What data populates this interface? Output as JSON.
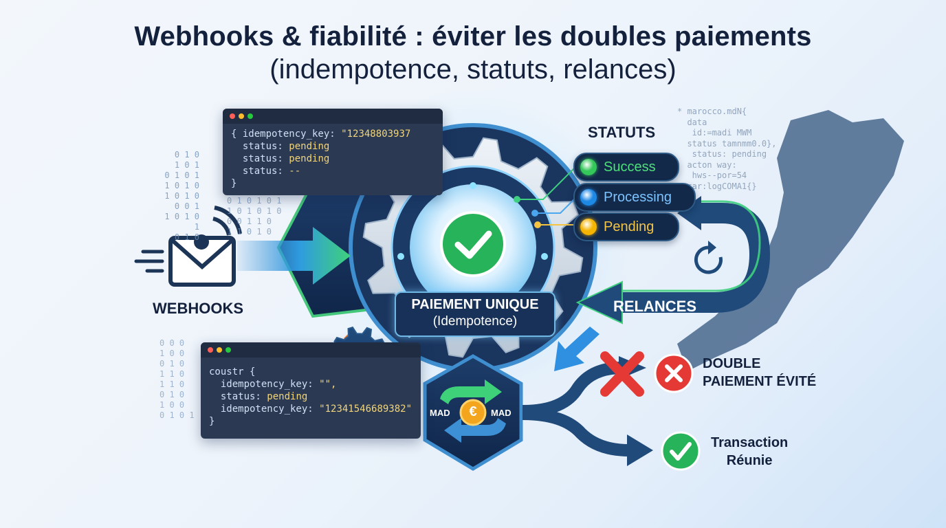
{
  "title": {
    "line1": "Webhooks & fiabilité : éviter les doubles paiements",
    "line2": "(indempotence, statuts, relances)"
  },
  "webhooks_label": "WEBHOOKS",
  "code_top": {
    "lines": [
      {
        "k": "{ idempotency_key: ",
        "v": "\"12348803937"
      },
      {
        "k": "  status: ",
        "v": "pending"
      },
      {
        "k": "  status: ",
        "v": "pending"
      },
      {
        "k": "  status: ",
        "v": "--"
      },
      {
        "k": "}",
        "v": ""
      }
    ]
  },
  "code_bottom": {
    "lines": [
      {
        "k": "coustr {",
        "v": ""
      },
      {
        "k": "  idempotency_key: ",
        "v": "\"\","
      },
      {
        "k": "  status: ",
        "v": "pending"
      },
      {
        "k": "  idempotency_key: ",
        "v": "\"12341546689382\""
      },
      {
        "k": "}",
        "v": ""
      }
    ]
  },
  "binary_left": [
    "0 1 0",
    "1 0 1",
    "0 1 0 1",
    "1 0 1 0",
    "1 0 1 0",
    "0 0 1",
    "1 0 1 0 1",
    "0 1 0"
  ],
  "binary_right": [
    "0 1 0 1 0 1",
    "1 0 1 0 1 0",
    "0 0 1 1 0",
    "1 1 0 1 0"
  ],
  "binary_low": [
    "0 0 0",
    "1 0 0",
    "0 1 0",
    "1 1 0",
    "1 1 0",
    "0 1 0",
    "1 0 0",
    "0 1 0 1"
  ],
  "ghost_code": [
    "* marocco.mdN{",
    "  data",
    "   id:=madi MWM",
    "  status tamnmm0.0},",
    "   status: pending",
    "  acton way:",
    "   hws--por=54",
    " scar:logCOMA1{}"
  ],
  "statuts": {
    "heading": "STATUTS",
    "items": [
      {
        "label": "Success",
        "color": "#34c759",
        "text_color": "#4ee07a"
      },
      {
        "label": "Processing",
        "color": "#1e88e5",
        "text_color": "#7cc3ff"
      },
      {
        "label": "Pending",
        "color": "#f4b400",
        "text_color": "#f5c542"
      }
    ]
  },
  "center": {
    "line1": "PAIEMENT UNIQUE",
    "line2": "(Idempotence)"
  },
  "relances_label": "RELANCES",
  "currency": {
    "left": "MAD",
    "right": "MAD",
    "symbol": "€"
  },
  "outcomes": {
    "double": {
      "line1": "DOUBLE",
      "line2": "PAIEMENT ÉVITÉ"
    },
    "success": {
      "line1": "Transaction",
      "line2": "Réunie"
    }
  },
  "colors": {
    "navy": "#14213d",
    "dark_blue": "#173158",
    "green": "#2fc56a",
    "red": "#e53935",
    "orange": "#f26a1b",
    "teal": "#2e6f8e"
  }
}
